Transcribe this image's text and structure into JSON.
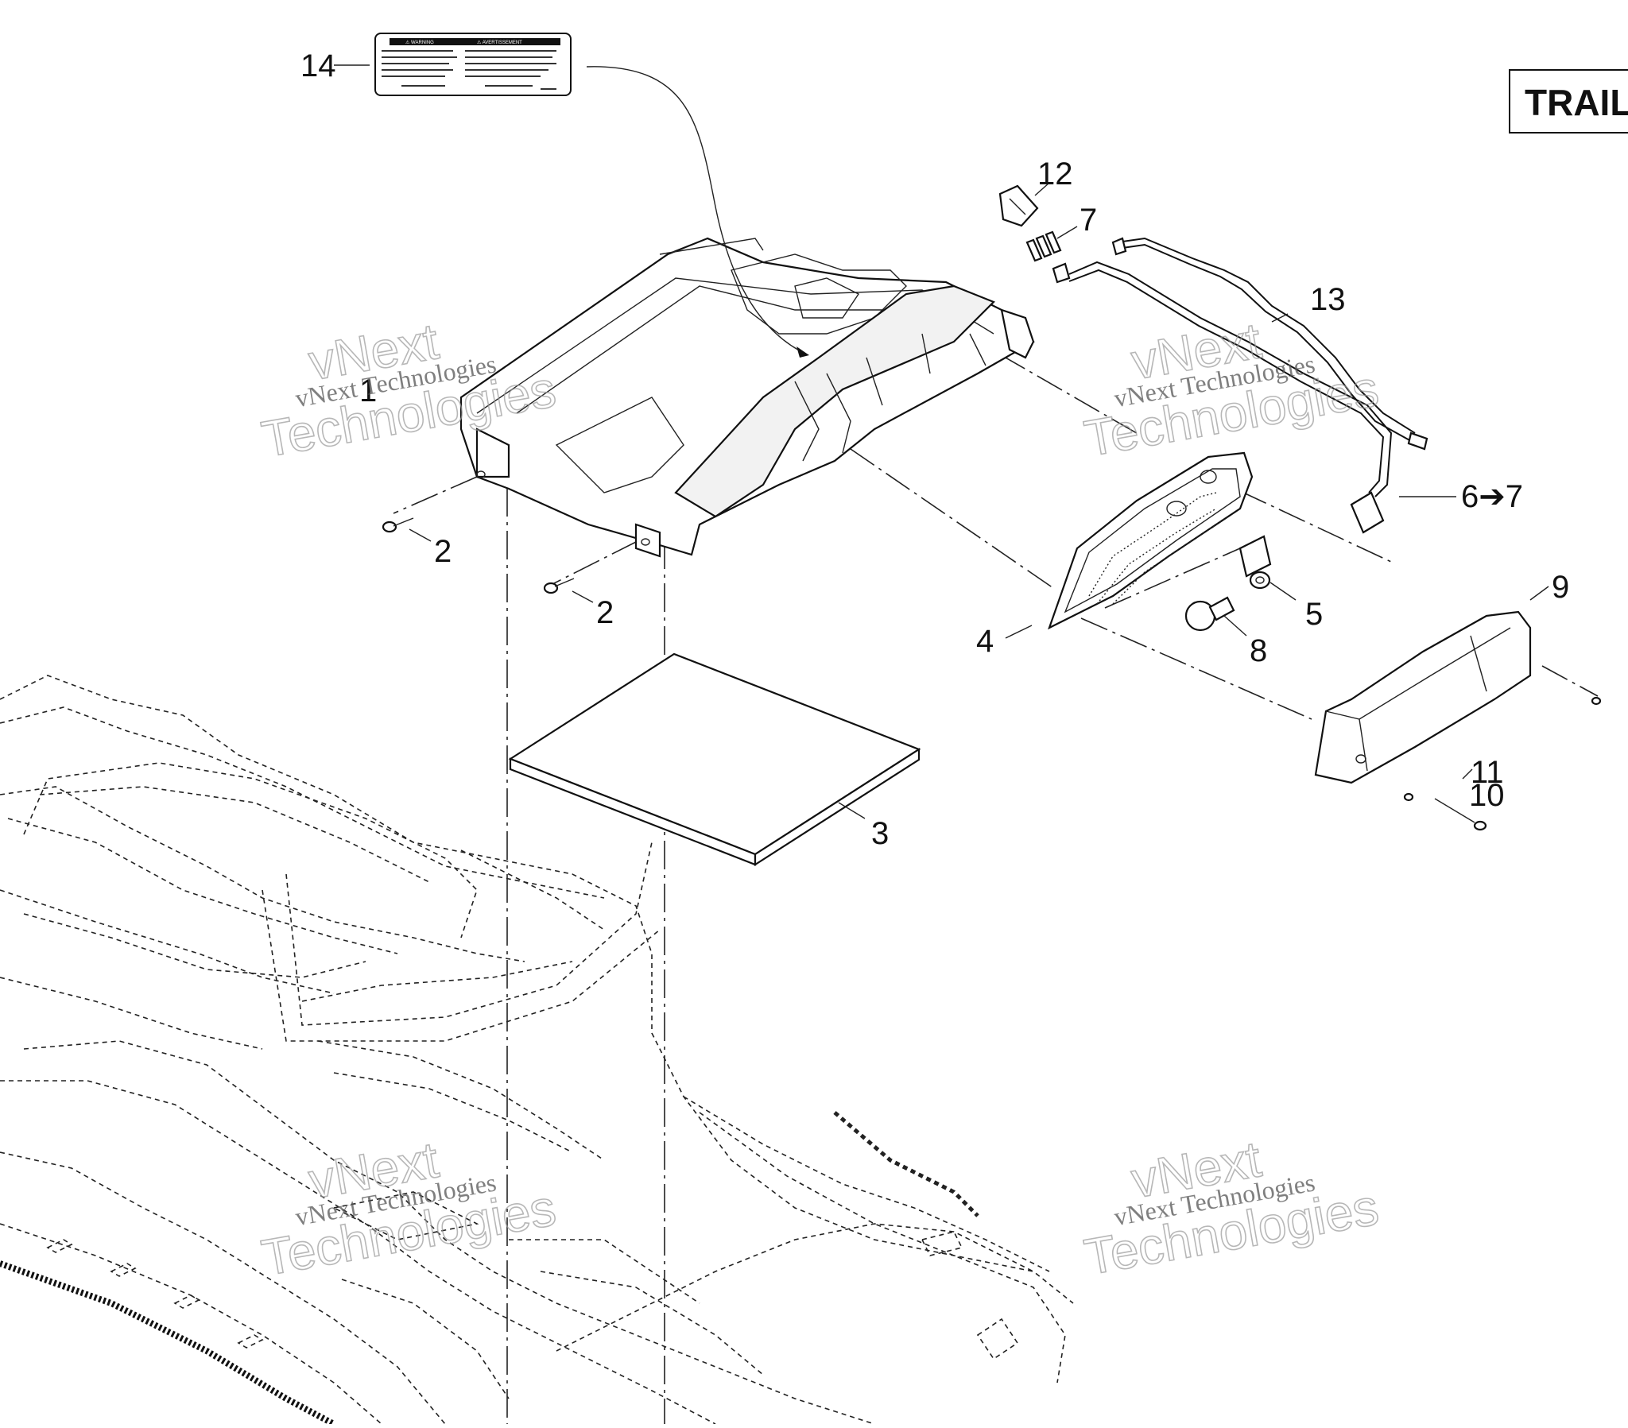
{
  "section_tag": "TRAIL",
  "callouts": {
    "c1": "1",
    "c2a": "2",
    "c2b": "2",
    "c3": "3",
    "c4": "4",
    "c5": "5",
    "c6": "6➔7",
    "c7": "7",
    "c8": "8",
    "c9": "9",
    "c10": "10",
    "c11": "11",
    "c12": "12",
    "c13": "13",
    "c14": "14"
  },
  "watermark": {
    "line1": "vNext Technologies",
    "line2a": "vNext",
    "line2b": "Technologies"
  },
  "warning_label": {
    "head_left": "⚠ WARNING",
    "head_right": "⚠ AVERTISSEMENT"
  },
  "colors": {
    "line": "#111111",
    "paper": "#ffffff"
  }
}
